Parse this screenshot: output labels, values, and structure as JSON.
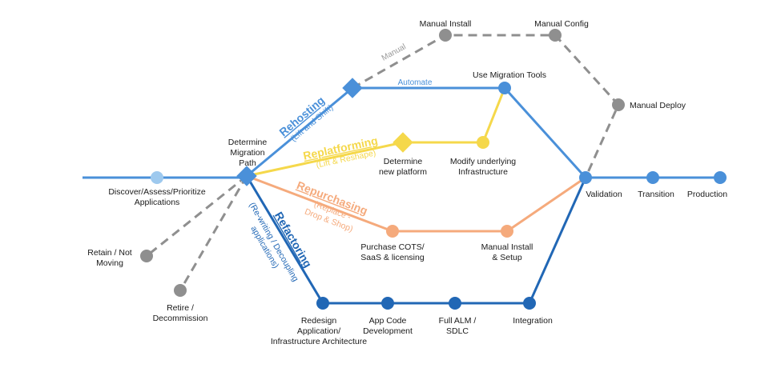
{
  "colors": {
    "rehost": "#4a90d9",
    "replatform": "#f5d84b",
    "repurchase": "#f5aa7c",
    "refactor": "#2167b5",
    "manual": "#8f8f8f",
    "discover_node": "#9ec9ee"
  },
  "nodes": {
    "discover": "Discover/Assess/Prioritize",
    "discover2": "Applications",
    "determine": "Determine",
    "determine2": "Migration",
    "determine3": "Path",
    "retain": "Retain / Not",
    "retain2": "Moving",
    "retire": "Retire /",
    "retire2": "Decommission",
    "manual_install": "Manual Install",
    "manual_config": "Manual Config",
    "manual_deploy": "Manual Deploy",
    "use_migration_tools": "Use Migration Tools",
    "determine_platform": "Determine",
    "determine_platform2": "new platform",
    "modify_infra": "Modify underlying",
    "modify_infra2": "Infrastructure",
    "purchase_cots": "Purchase COTS/",
    "purchase_cots2": "SaaS & licensing",
    "manual_install_setup": "Manual Install",
    "manual_install_setup2": "& Setup",
    "validation": "Validation",
    "transition": "Transition",
    "production": "Production",
    "redesign": "Redesign",
    "redesign2": "Application/",
    "redesign3": "Infrastructure Architecture",
    "app_code": "App Code",
    "app_code2": "Development",
    "full_alm": "Full ALM /",
    "full_alm2": "SDLC",
    "integration": "Integration"
  },
  "paths": {
    "rehosting": "Rehosting",
    "rehosting_sub": "(Lift and Shift)",
    "replatforming": "Replatforming",
    "replatforming_sub": "(Lift & Reshape)",
    "repurchasing": "Repurchasing",
    "repurchasing_sub1": "(Replace -",
    "repurchasing_sub2": "Drop & Shop)",
    "refactoring": "Refactoring",
    "refactoring_sub1": "(Re-writing / Decoupling",
    "refactoring_sub2": "applications)"
  },
  "edges": {
    "manual": "Manual",
    "automate": "Automate"
  }
}
